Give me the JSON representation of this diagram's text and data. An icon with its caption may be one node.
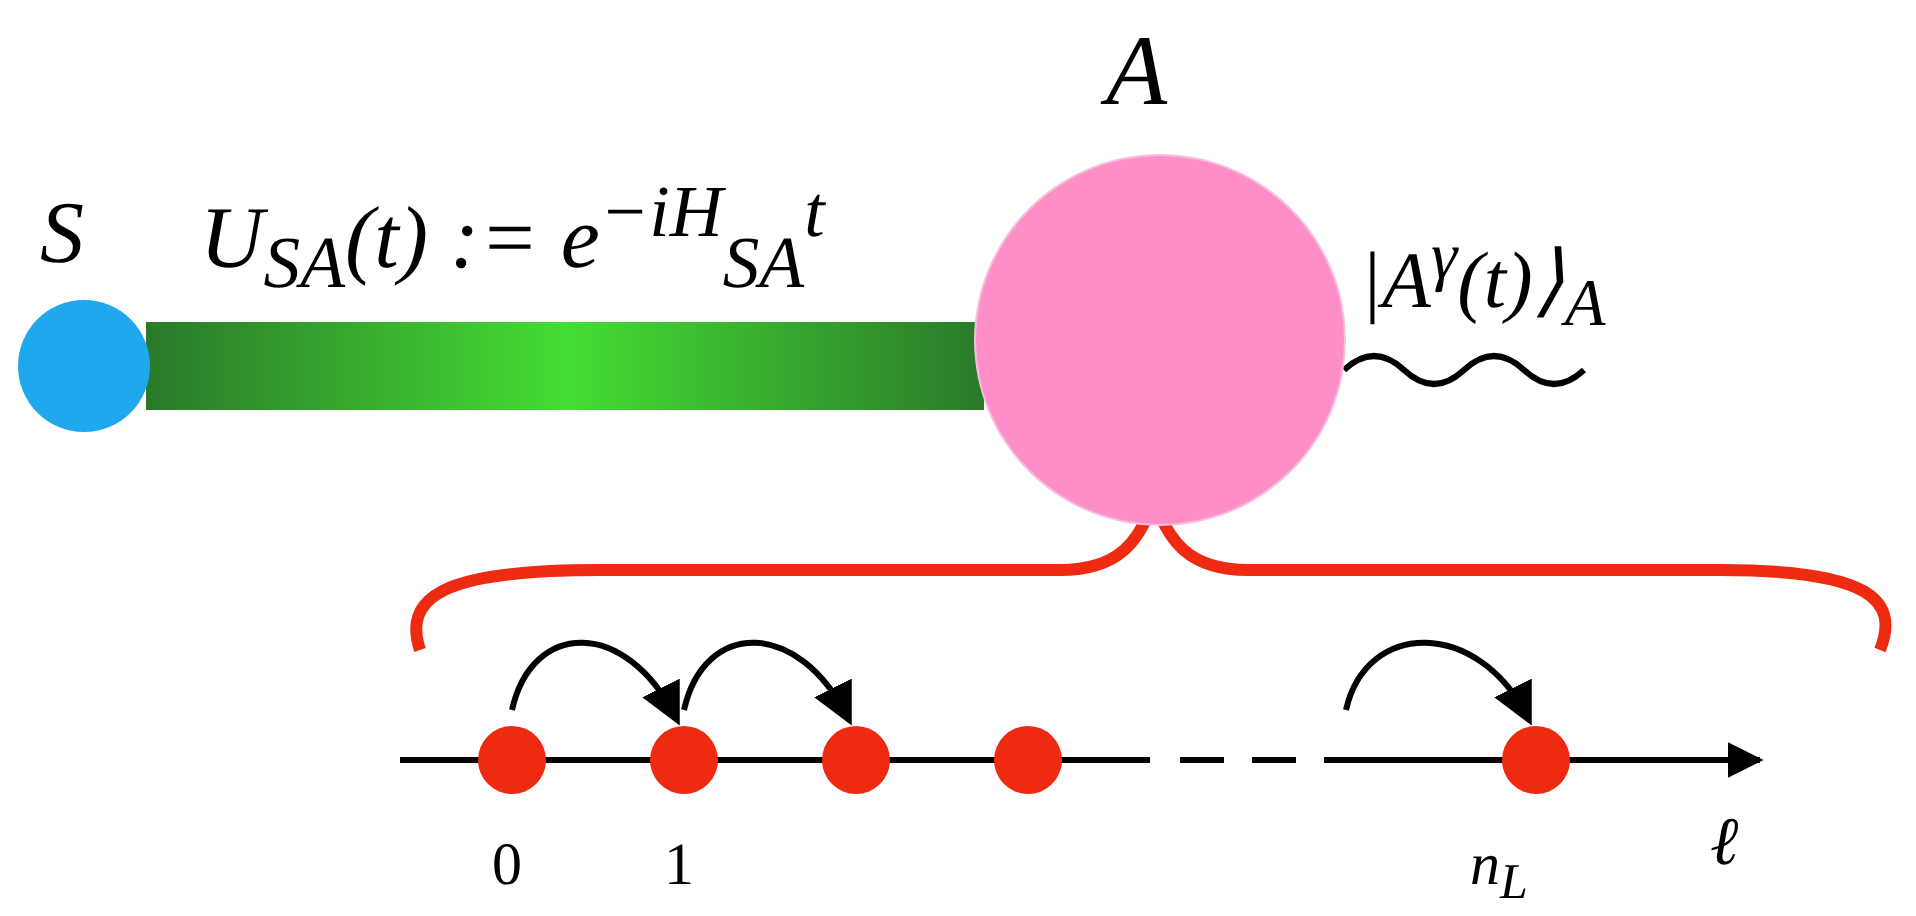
{
  "diagram": {
    "nodes": [
      {
        "text": [
          "S"
        ]
      },
      {
        "text": [
          "A"
        ],
        "beside": [
          "|A$^{γ}$(t)⟩$_{A}$"
        ]
      },
      {
        "text": [
          "0"
        ]
      },
      {
        "text": [
          "1"
        ]
      },
      {
        "text": [],
        "shape": "circle"
      },
      {
        "text": [],
        "shape": "circle"
      },
      {
        "text": [
          "n$_{L}$"
        ]
      }
    ],
    "edges": [
      {
        "from": 0,
        "to": 1,
        "arrow": "none",
        "label": "U$_{SA}$(t) := e$^{−iH}$$_{SA}$$^{t}$",
        "style": "thick",
        "color": "#44dd33"
      },
      {
        "from": 2,
        "to": 3,
        "arrow": "to"
      },
      {
        "from": 3,
        "to": 4,
        "arrow": "to"
      },
      {
        "from": null,
        "to": 6,
        "arrow": "to"
      }
    ],
    "labels": [
      "ℓ"
    ]
  }
}
